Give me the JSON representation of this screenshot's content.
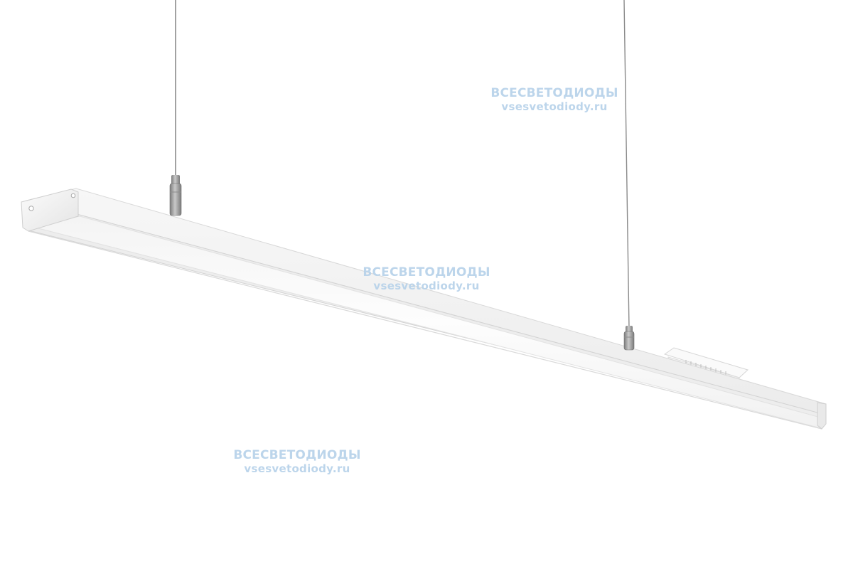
{
  "image": {
    "subject": "pendant-linear-led-luminaire",
    "background_color": "#ffffff",
    "body_color": "#f2f2f2",
    "diffuser_color": "#fafafa",
    "cable_color": "#8a8a8a",
    "clamp_color": "#9b9b9b"
  },
  "watermarks": [
    {
      "line1": "ВСЕСВЕТОДИОДЫ",
      "line2": "vsesvetodiody.ru"
    },
    {
      "line1": "ВСЕСВЕТОДИОДЫ",
      "line2": "vsesvetodiody.ru"
    },
    {
      "line1": "ВСЕСВЕТОДИОДЫ",
      "line2": "vsesvetodiody.ru"
    }
  ],
  "watermark_color": "#b9d3ea"
}
